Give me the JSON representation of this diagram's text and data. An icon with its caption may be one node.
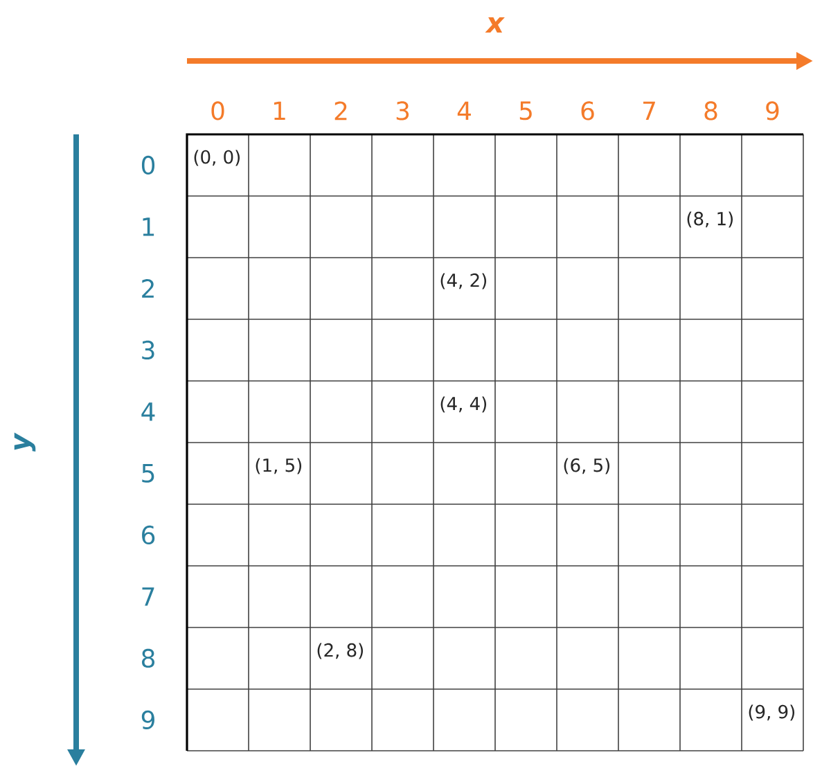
{
  "diagram": {
    "labels": [
      "x",
      "0",
      "1",
      "2",
      "3",
      "4",
      "5",
      "6",
      "7",
      "8",
      "9",
      "y",
      "0",
      "1",
      "2",
      "3",
      "4",
      "5",
      "6",
      "7",
      "8",
      "9",
      "(0, 0)",
      "(8, 1)",
      "(4, 2)",
      "(4, 4)",
      "(1, 5)",
      "(6, 5)",
      "(2, 8)",
      "(9, 9)"
    ]
  }
}
